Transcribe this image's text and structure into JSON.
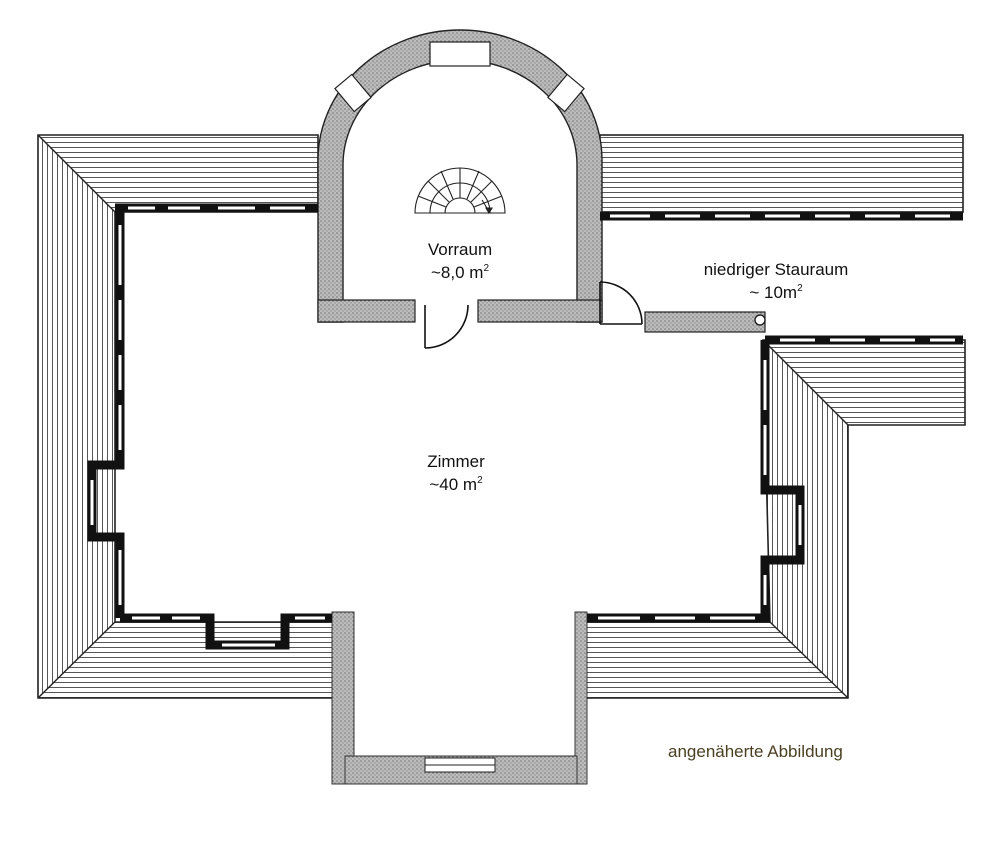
{
  "rooms": {
    "vorraum": {
      "name": "Vorraum",
      "area": "~8,0 m",
      "unit_sup": "2"
    },
    "stauraum": {
      "name": "niedriger Stauraum",
      "area": "~ 10m",
      "unit_sup": "2"
    },
    "zimmer": {
      "name": "Zimmer",
      "area": "~40 m",
      "unit_sup": "2"
    }
  },
  "note": "angenäherte Abbildung",
  "colors": {
    "wall": "#111111",
    "stipple": "#8c8c8c",
    "roof_line": "#3a3a3a",
    "note_text": "#4a3f22"
  }
}
